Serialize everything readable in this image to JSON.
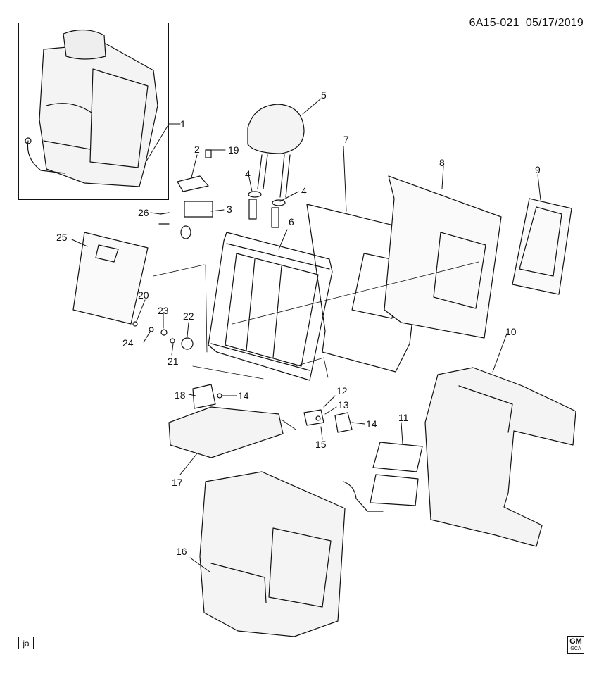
{
  "header": {
    "code": "6A15-021",
    "date": "05/17/2019"
  },
  "callouts": [
    {
      "id": "c1",
      "label": "1"
    },
    {
      "id": "c2",
      "label": "2"
    },
    {
      "id": "c3",
      "label": "3"
    },
    {
      "id": "c4a",
      "label": "4"
    },
    {
      "id": "c4b",
      "label": "4"
    },
    {
      "id": "c5",
      "label": "5"
    },
    {
      "id": "c6",
      "label": "6"
    },
    {
      "id": "c7",
      "label": "7"
    },
    {
      "id": "c8",
      "label": "8"
    },
    {
      "id": "c9",
      "label": "9"
    },
    {
      "id": "c10",
      "label": "10"
    },
    {
      "id": "c11",
      "label": "11"
    },
    {
      "id": "c12",
      "label": "12"
    },
    {
      "id": "c13",
      "label": "13"
    },
    {
      "id": "c14a",
      "label": "14"
    },
    {
      "id": "c14b",
      "label": "14"
    },
    {
      "id": "c15",
      "label": "15"
    },
    {
      "id": "c16",
      "label": "16"
    },
    {
      "id": "c17",
      "label": "17"
    },
    {
      "id": "c18",
      "label": "18"
    },
    {
      "id": "c19",
      "label": "19"
    },
    {
      "id": "c20",
      "label": "20"
    },
    {
      "id": "c21",
      "label": "21"
    },
    {
      "id": "c22",
      "label": "22"
    },
    {
      "id": "c23",
      "label": "23"
    },
    {
      "id": "c24",
      "label": "24"
    },
    {
      "id": "c25",
      "label": "25"
    },
    {
      "id": "c26",
      "label": "26"
    }
  ],
  "footer": {
    "tag": "ja",
    "logo_main": "GM",
    "logo_sub": "GCA"
  }
}
